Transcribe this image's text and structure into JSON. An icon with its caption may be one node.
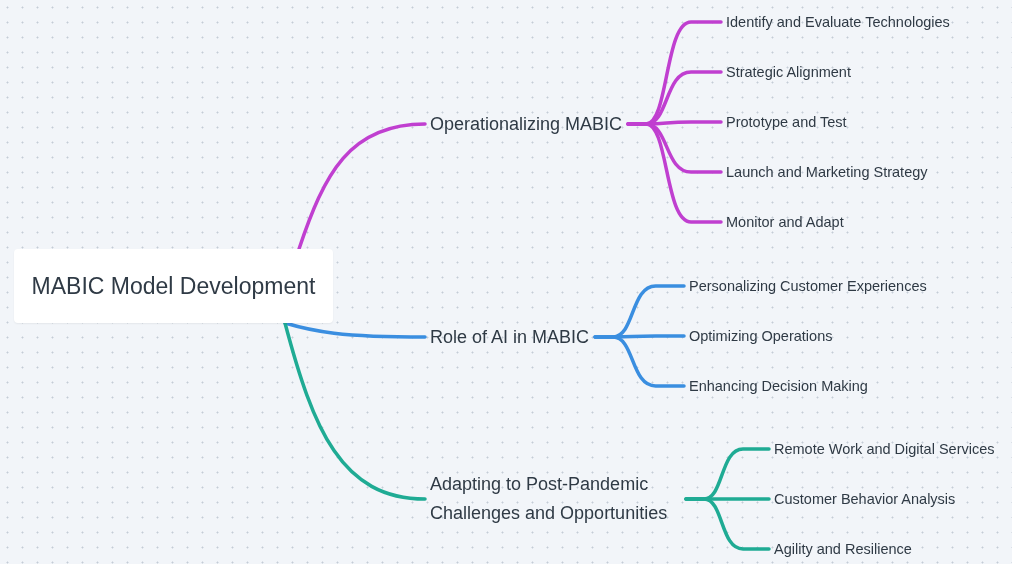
{
  "diagram": {
    "nodes": [
      {
        "text": [
          "MABIC Model Development"
        ]
      },
      {
        "text": [
          "Operationalizing MABIC"
        ]
      },
      {
        "text": [
          "Identify and Evaluate Technologies"
        ]
      },
      {
        "text": [
          "Strategic Alignment"
        ]
      },
      {
        "text": [
          "Prototype and Test"
        ]
      },
      {
        "text": [
          "Launch and Marketing Strategy"
        ]
      },
      {
        "text": [
          "Monitor and Adapt"
        ]
      },
      {
        "text": [
          "Role of AI in MABIC"
        ]
      },
      {
        "text": [
          "Personalizing Customer Experiences"
        ]
      },
      {
        "text": [
          "Optimizing Operations"
        ]
      },
      {
        "text": [
          "Enhancing Decision Making"
        ]
      },
      {
        "text": [
          "Adapting to Post-Pandemic Challenges and Opportunities"
        ]
      },
      {
        "text": [
          "Remote Work and Digital Services"
        ]
      },
      {
        "text": [
          "Customer Behavior Analysis"
        ]
      },
      {
        "text": [
          "Agility and Resilience"
        ]
      }
    ],
    "edges": [
      {
        "from": 0,
        "to": 1,
        "arrow": "none",
        "color": "#c03fd0"
      },
      {
        "from": 1,
        "to": 2,
        "arrow": "none",
        "color": "#c03fd0"
      },
      {
        "from": 1,
        "to": 3,
        "arrow": "none",
        "color": "#c03fd0"
      },
      {
        "from": 1,
        "to": 4,
        "arrow": "none",
        "color": "#c03fd0"
      },
      {
        "from": 1,
        "to": 5,
        "arrow": "none",
        "color": "#c03fd0"
      },
      {
        "from": 1,
        "to": 6,
        "arrow": "none",
        "color": "#c03fd0"
      },
      {
        "from": 0,
        "to": 7,
        "arrow": "none",
        "color": "#3a8ee0"
      },
      {
        "from": 7,
        "to": 8,
        "arrow": "none",
        "color": "#3a8ee0"
      },
      {
        "from": 7,
        "to": 9,
        "arrow": "none",
        "color": "#3a8ee0"
      },
      {
        "from": 7,
        "to": 10,
        "arrow": "none",
        "color": "#3a8ee0"
      },
      {
        "from": 0,
        "to": 11,
        "arrow": "none",
        "color": "#1fab94"
      },
      {
        "from": 11,
        "to": 12,
        "arrow": "none",
        "color": "#1fab94"
      },
      {
        "from": 11,
        "to": 13,
        "arrow": "none",
        "color": "#1fab94"
      },
      {
        "from": 11,
        "to": 14,
        "arrow": "none",
        "color": "#1fab94"
      }
    ]
  }
}
